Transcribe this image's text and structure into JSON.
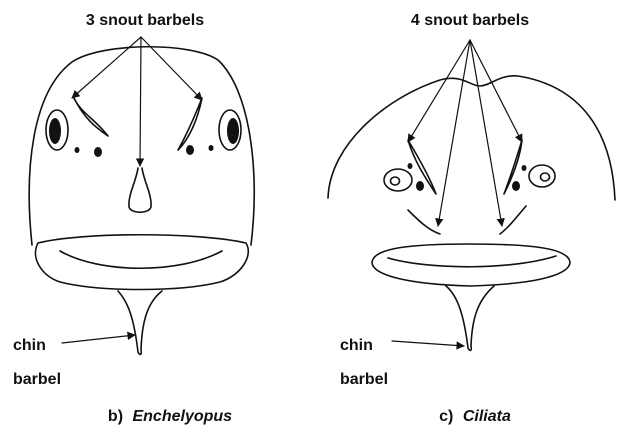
{
  "left_panel": {
    "top_label": "3 snout barbels",
    "chin_label_line1": "chin",
    "chin_label_line2": "barbel",
    "caption_letter": "b)",
    "caption_name": "Enchelyopus"
  },
  "right_panel": {
    "top_label": "4 snout barbels",
    "chin_label_line1": "chin",
    "chin_label_line2": "barbel",
    "caption_letter": "c)",
    "caption_name": "Ciliata"
  },
  "colors": {
    "ink": "#111111",
    "background": "#ffffff"
  }
}
